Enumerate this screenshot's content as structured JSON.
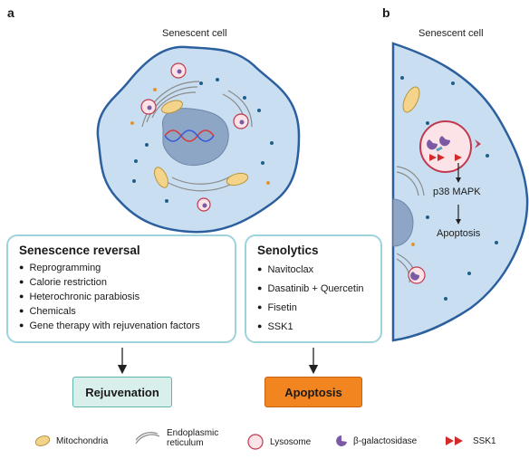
{
  "panel_a": {
    "label": "a",
    "title": "Senescent cell",
    "reversal": {
      "heading": "Senescence reversal",
      "items": [
        "Reprogramming",
        "Calorie restriction",
        "Heterochronic parabiosis",
        "Chemicals",
        "Gene therapy with rejuvenation factors"
      ],
      "outcome": "Rejuvenation"
    },
    "senolytics": {
      "heading": "Senolytics",
      "items": [
        "Navitoclax",
        "Dasatinib + Quercetin",
        "Fisetin",
        "SSK1"
      ],
      "outcome": "Apoptosis"
    }
  },
  "panel_b": {
    "label": "b",
    "title": "Senescent cell",
    "pathway": [
      "p38 MAPK",
      "Apoptosis"
    ]
  },
  "legend": {
    "mitochondria": "Mitochondria",
    "er": "Endoplasmic reticulum",
    "lysosome": "Lysosome",
    "bgal": "β-galactosidase",
    "ssk1": "SSK1"
  },
  "colors": {
    "cell_fill": "#c9dff1",
    "cell_border": "#2c5f9e",
    "nucleus": "#8ea6c5",
    "box_border": "#9fd3dc",
    "rejuvenation_fill": "#d8efec",
    "rejuvenation_border": "#5fb6a8",
    "apoptosis_fill": "#f2851f",
    "apoptosis_border": "#c8620f",
    "mitochondria": "#f3d48a",
    "lysosome_fill": "#fbe3e8",
    "lysosome_border": "#c0394f",
    "bgal": "#7a5aa5",
    "ssk1": "#d42a2a"
  }
}
